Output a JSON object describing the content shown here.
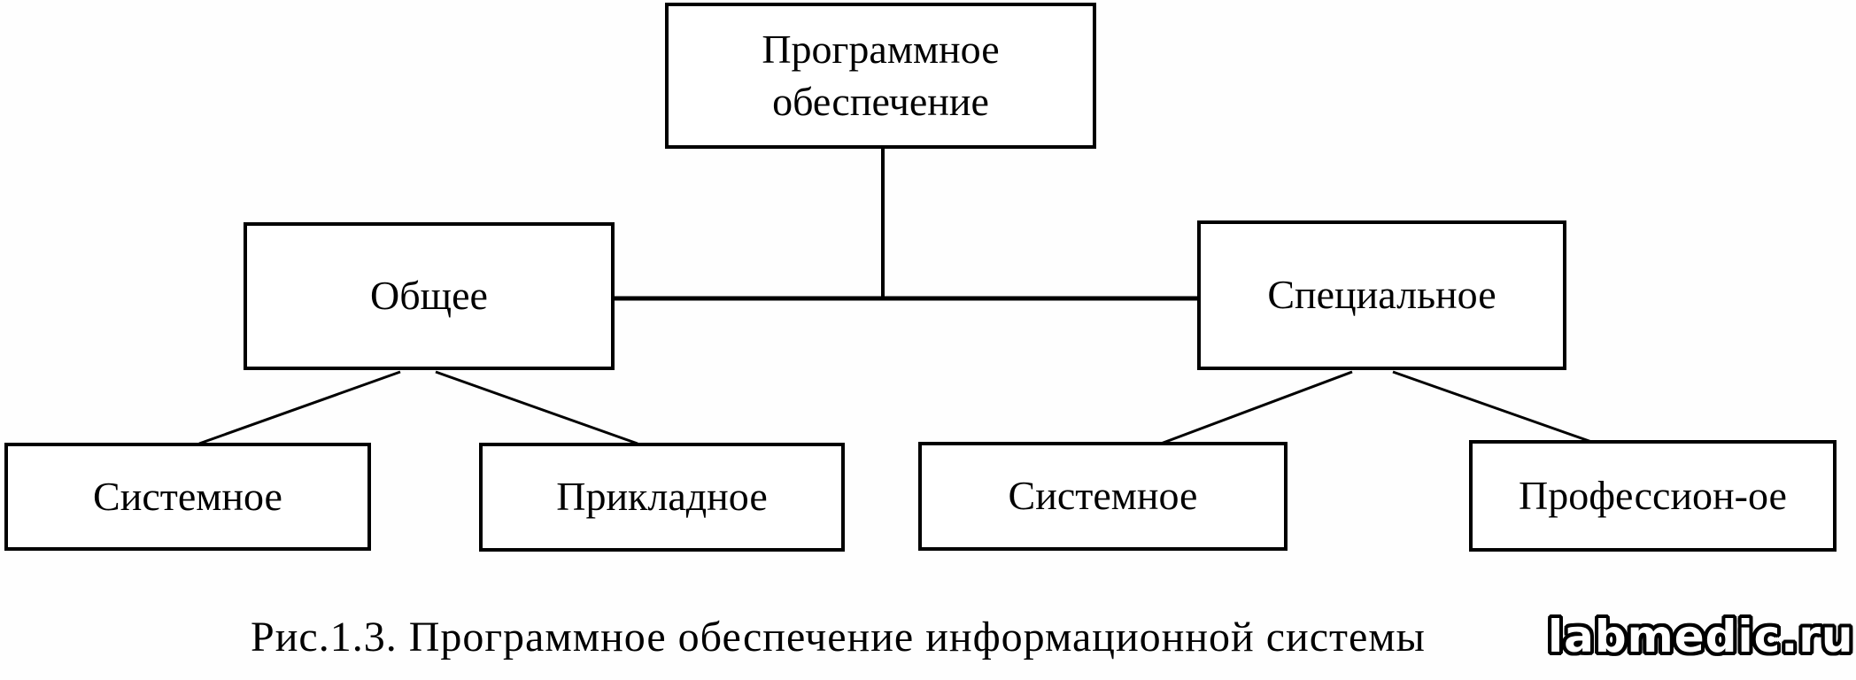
{
  "diagram": {
    "nodes": {
      "root": "Программное обеспечение",
      "level2": [
        "Общее",
        "Специальное"
      ],
      "level3": [
        "Системное",
        "Прикладное",
        "Системное",
        "Профессион-ое"
      ]
    },
    "caption": "Рис.1.3. Программное обеспечение информационной системы",
    "watermark": "labmedic.ru",
    "colors": {
      "line": "#000000",
      "box_border": "#000000",
      "box_fill": "#ffffff",
      "text": "#000000",
      "background": "#ffffff",
      "watermark_fill": "#ffffff",
      "watermark_outline": "#000000"
    }
  }
}
